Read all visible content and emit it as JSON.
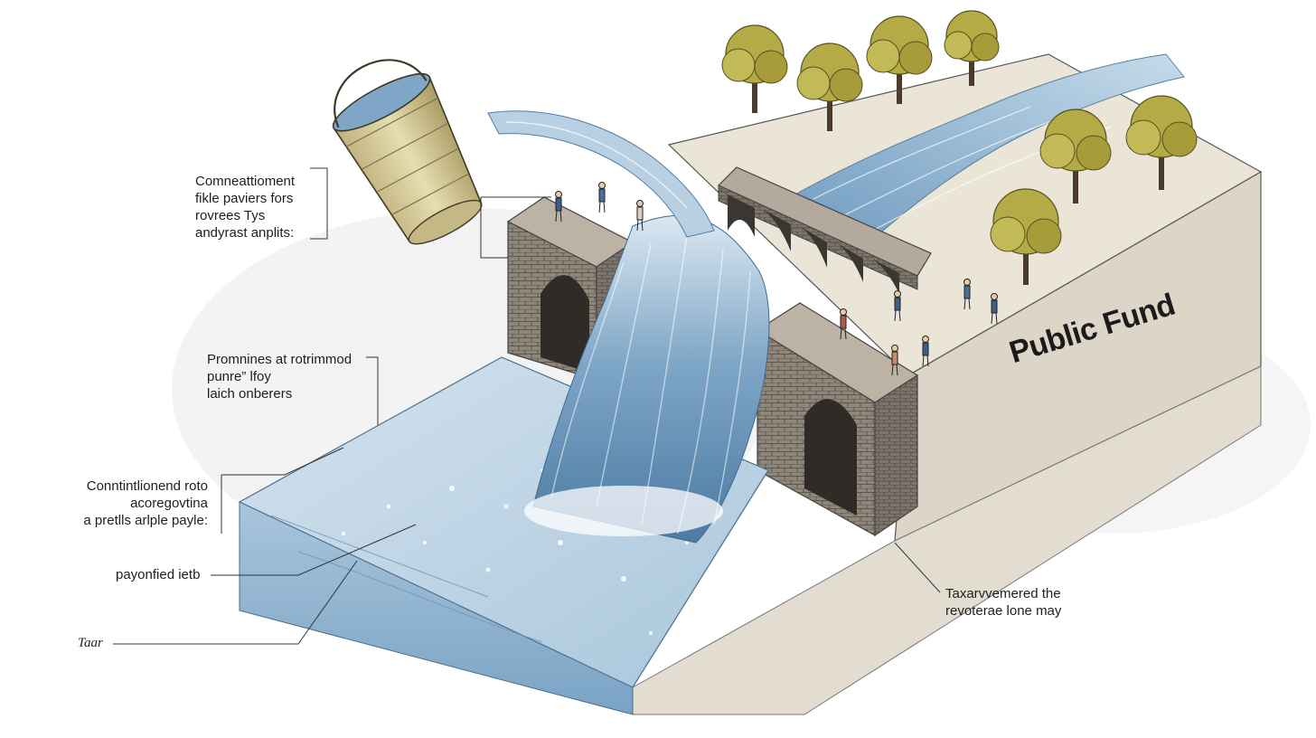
{
  "labels": {
    "top_left": [
      "Comneattioment",
      "fikle paviers fors",
      "rovrees Tys",
      "andyrast anplits:"
    ],
    "middle_left": [
      "Promnines at rotrimmod",
      "punre” lfoy",
      "laich onberers"
    ],
    "lower_left": [
      "Conntintlionend roto",
      "acoregovtina",
      "a pretlls arlple payle:"
    ],
    "bottom_left": "payonfied ietb",
    "bottom_corner": "Taar",
    "bottom_right": [
      "Taxarvvemered the",
      "revoterae lone may"
    ]
  },
  "fund_sign": "Public Fund",
  "icons": {
    "bucket": "bucket-icon",
    "trees": "tree-icon",
    "people": "person-icon"
  },
  "colors": {
    "water_light": "#c9dcea",
    "water_mid": "#8fb2cf",
    "water_dark": "#4f7ea6",
    "stone": "#8d8478",
    "stone_dark": "#57514a",
    "soil_side": "#ddd6c9",
    "soil_top": "#ebe5d8",
    "tree_leaf": "#b5ab46",
    "bucket": "#d9cf9c",
    "ink": "#222222"
  }
}
